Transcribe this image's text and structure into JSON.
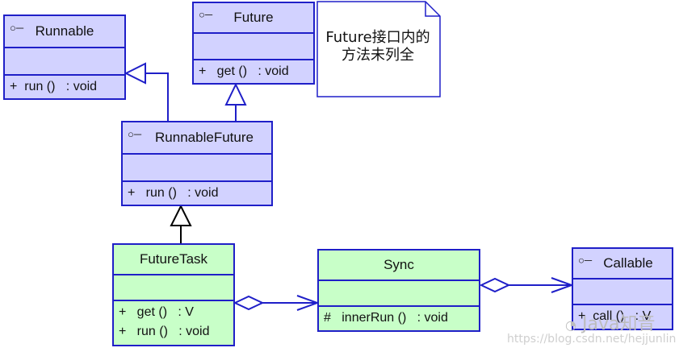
{
  "classes": {
    "runnable": {
      "icon": "○─",
      "name": "Runnable",
      "ops": [
        "+  run ()   : void"
      ]
    },
    "future": {
      "icon": "○─",
      "name": "Future",
      "ops": [
        "+   get ()   : void"
      ]
    },
    "runnable_future": {
      "icon": "○─",
      "name": "RunnableFuture",
      "ops": [
        "+   run ()   : void"
      ]
    },
    "future_task": {
      "name": "FutureTask",
      "ops": [
        "+   get ()   : V",
        "+   run ()   : void"
      ]
    },
    "sync": {
      "name": "Sync",
      "ops": [
        "#   innerRun ()   : void"
      ]
    },
    "callable": {
      "icon": "○─",
      "name": "Callable",
      "ops": [
        "+  call ()   : V"
      ]
    }
  },
  "note": {
    "line1": "Future接口内的",
    "line2": "方法未列全"
  },
  "watermark": {
    "logo": "Java知音",
    "url": "https://blog.csdn.net/hejjunlin"
  },
  "colors": {
    "border": "#1f1fc8",
    "interface_fill": "#d2d2ff",
    "impl_fill": "#c8ffc8"
  }
}
